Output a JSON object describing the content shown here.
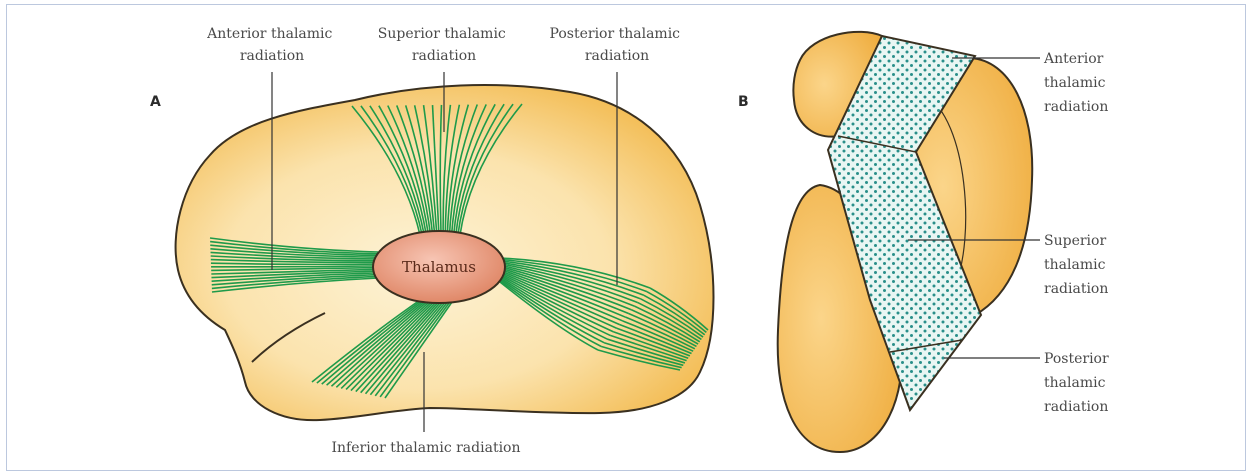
{
  "panels": {
    "a": {
      "letter": "A",
      "labels": {
        "anterior": [
          "Anterior thalamic",
          "radiation"
        ],
        "superior": [
          "Superior thalamic",
          "radiation"
        ],
        "posterior": [
          "Posterior thalamic",
          "radiation"
        ],
        "inferior": [
          "Inferior thalamic radiation"
        ],
        "thalamus": "Thalamus"
      }
    },
    "b": {
      "letter": "B",
      "labels": {
        "anterior": [
          "Anterior",
          "thalamic",
          "radiation"
        ],
        "superior": [
          "Superior",
          "thalamic",
          "radiation"
        ],
        "posterior": [
          "Posterior",
          "thalamic",
          "radiation"
        ]
      }
    }
  },
  "colors": {
    "brain_fill_light": "#fdf0cf",
    "brain_fill_dark": "#f2b84a",
    "fiber_green": "#1f9a4a",
    "thalamus_fill": "#e8907a",
    "dots": "#2a8f8a",
    "outline": "#3a3020"
  }
}
